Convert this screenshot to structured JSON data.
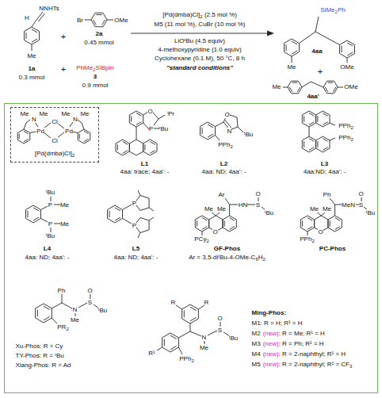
{
  "diagram": {
    "nodes": [
      {
        "text": [
          "L1",
          "4aa: trace; 4aa': -",
          "O",
          "ⁱPr",
          "P",
          "ᵗBu",
          "L2",
          "4aa: ND; 4aa': -",
          "O",
          "N",
          "ᵗBu",
          "PPh2",
          "L3",
          "4aa:ND; 4aa': -",
          "PPh2",
          "PPh2",
          "L4",
          "4aa: ND; 4aa': -",
          "P",
          "P",
          "ᵗBu",
          "Me",
          "ᵗBu",
          "Me",
          "L5",
          "4aa: ND; 4aa': -",
          "P",
          "P",
          "GF-Phos",
          "Ar = 3,5-diᵗBu-4-OMe-C6H2",
          "Me",
          "Me",
          "O",
          "PCy2",
          "Ar",
          "HN",
          "S",
          "O",
          "ᵗBu",
          "PC-Phos",
          "Me",
          "Me",
          "O",
          "PPh2",
          "Ph",
          "MeN",
          "S",
          "O",
          "ᵗBu",
          "Xu-Phos: R = Cy",
          "TY-Phos: R = ᵗBu",
          "Xiang-Phos: R = Ad",
          "Ph",
          "N",
          "Me",
          "S",
          "O",
          "ᵗBu",
          "PR2",
          "Ming-Phos:",
          "M1: R = H; R¹ = H",
          "M2",
          "(new)",
          ": R = Me; R¹ = H",
          "M3",
          "(new)",
          ": R = Ph; R¹ = H",
          "M4",
          "(new)",
          ": R = 2-naphthyl; R¹ = H",
          "M5",
          "(new)",
          ": R = 2-naphthyl; R¹ = CF3",
          "R",
          "R",
          "R¹",
          "N",
          "Me",
          "S",
          "O",
          "ᵗBu",
          "PPh2"
        ]
      },
      {
        "text": [
          "[Pd(dmba)Cl]2",
          "Me",
          "N",
          "Me",
          "Me",
          "N",
          "Me",
          "Pd",
          "Cl",
          "Cl",
          "Pd"
        ],
        "in": 0
      }
    ],
    "labels": [
      "NNHTs",
      "H",
      "Me",
      "1a",
      "0.3 mmol",
      "+",
      "Br",
      "OMe",
      "2a",
      "0.45 mmol",
      "+",
      "PhMe2SiBpin",
      "3",
      "0.9 mmol",
      "[Pd(dmba)Cl]2 (2.5 mol %)",
      "M5 (11 mol %), CuBr (10 mol %)",
      "LiOᵗBu (4.5 equiv)",
      "4-methoxypyridine (1.0 equiv)",
      "Cyclohexane (0.1 M), 50 °C, 8 h",
      "\"standard conditions\"",
      "SiMe2Ph",
      "4aa",
      "Me",
      "OMe",
      "+",
      "Me",
      "OMe",
      "4aa'"
    ]
  }
}
